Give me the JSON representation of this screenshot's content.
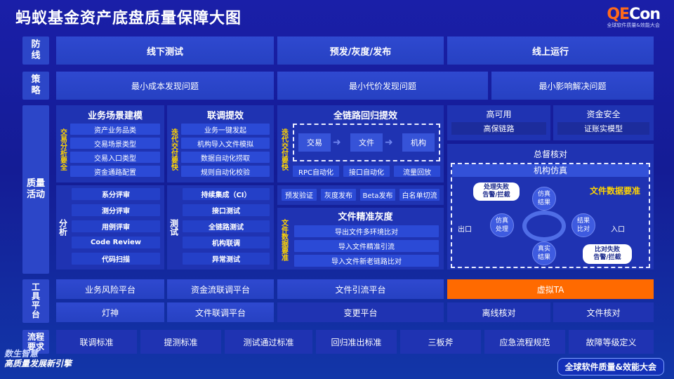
{
  "title": "蚂蚁基金资产底盘质量保障大图",
  "logo": {
    "brand_q": "QE",
    "brand_rest": "Con",
    "subtitle": "全球软件质量&效能大会"
  },
  "rows": {
    "defense": {
      "label": "防\n线",
      "cols": [
        "线下测试",
        "预发/灰度/发布",
        "线上运行"
      ]
    },
    "strategy": {
      "label": "策\n略",
      "cols": [
        "最小成本发现问题",
        "最小代价发现问题",
        "最小影响解决问题"
      ]
    },
    "quality": {
      "label": "质量\n活动"
    },
    "tools": {
      "label": "工\n具\n平\n台",
      "row1": [
        "业务风险平台",
        "资金流联调平台",
        "文件引流平台",
        "虚拟TA"
      ],
      "row2": [
        "灯神",
        "文件联调平台",
        "变更平台",
        "离线核对",
        "文件核对"
      ]
    },
    "process": {
      "label": "流程\n要求",
      "items": [
        "联调标准",
        "提测标准",
        "测试通过标准",
        "回归准出标准",
        "三板斧",
        "应急流程规范",
        "故障等级定义"
      ]
    }
  },
  "quality": {
    "scene": {
      "title": "业务场景建模",
      "side": "交易分析要全",
      "items": [
        "资产业务品类",
        "交易场景类型",
        "交易入口类型",
        "资金通路配置"
      ]
    },
    "joint": {
      "title": "联调提效",
      "side": "迭代交付要快",
      "items": [
        "业务一键发起",
        "机构导入文件模拟",
        "数据自动化捞取",
        "规则自动化校验"
      ]
    },
    "regress": {
      "title": "全链路回归提效",
      "side": "迭代交付要快",
      "flow": [
        "交易",
        "文件",
        "机构"
      ],
      "items": [
        "RPC自动化",
        "接口自动化",
        "流量回放"
      ],
      "extra": [
        "预发验证",
        "灰度发布",
        "Beta发布",
        "白名单切流"
      ]
    },
    "analysis": {
      "side": "分析",
      "items": [
        "系分评审",
        "测分评审",
        "用例评审",
        "Code Review",
        "代码扫描"
      ]
    },
    "testing": {
      "side": "测试",
      "items": [
        "持续集成（CI）",
        "接口测试",
        "全链路测试",
        "机构联调",
        "异常测试"
      ]
    },
    "file_gray": {
      "title": "文件精准灰度",
      "side": "文件数据要准",
      "items": [
        "导出文件多环境比对",
        "导入文件精准引流",
        "导入文件新老链路比对"
      ]
    },
    "ha": {
      "title": "高可用",
      "value": "高保链路"
    },
    "fund": {
      "title": "资金安全",
      "value": "证账实模型"
    },
    "supervise": {
      "title": "总督核对",
      "sub": "机构仿真",
      "tagline": "文件数据要准",
      "nodes": {
        "fail_handle": "处理失败\n告警/拦截",
        "sim_result": "仿真\n结果",
        "sim_process": "仿真\n处理",
        "compare": "结果\n比对",
        "real_result": "真实\n结果",
        "compare_fail": "比对失败\n告警/拦截",
        "out": "出口",
        "in": "入口"
      }
    }
  },
  "footer": {
    "left_line1": "数生智慧",
    "left_line2": "高质量发展新引擎",
    "right": "全球软件质量&效能大会"
  },
  "colors": {
    "accent": "#ff6a00",
    "highlight": "#ffd400",
    "primary": "#2c46c8"
  }
}
